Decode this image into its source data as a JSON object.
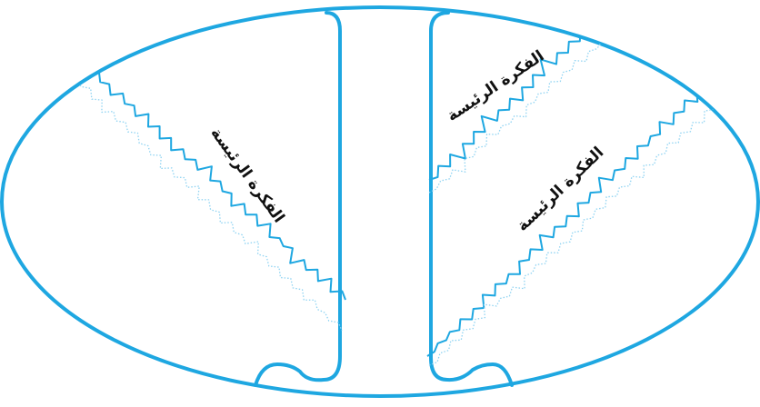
{
  "diagram": {
    "outline_color": "#1ea7e1",
    "dotted_color": "#8fd3f2",
    "labels": {
      "left_main_idea": "الفكرة الرئيسة",
      "right_top_main_idea": "الفكرة الرئيسة",
      "right_bottom_main_idea": "الفكرة الرئيسة"
    }
  }
}
